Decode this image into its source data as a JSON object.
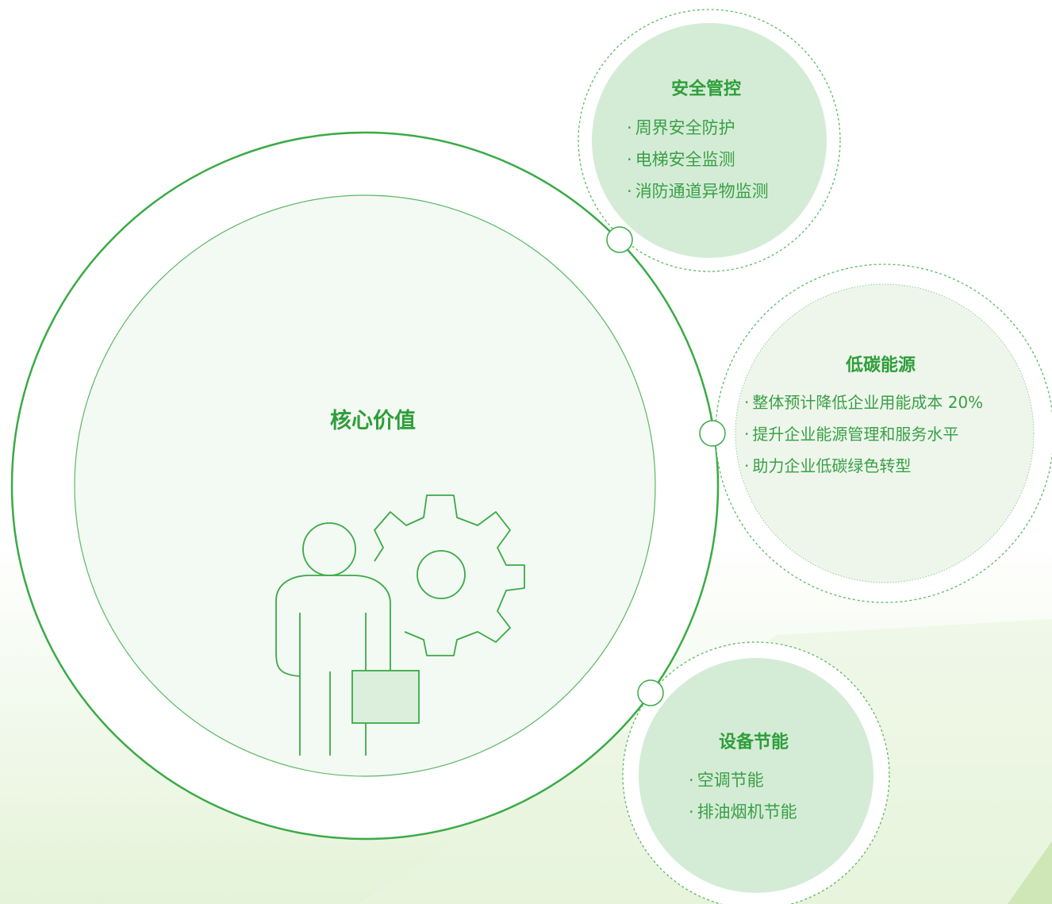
{
  "core": {
    "title": "核心价值"
  },
  "bullet": "·",
  "cards": [
    {
      "title": "安全管控",
      "items": [
        "周界安全防护",
        "电梯安全监测",
        "消防通道异物监测"
      ]
    },
    {
      "title": "低碳能源",
      "items": [
        "整体预计降低企业用能成本 20%",
        "提升企业能源管理和服务水平",
        "助力企业低碳绿色转型"
      ]
    },
    {
      "title": "设备节能",
      "items": [
        "空调节能",
        "排油烟机节能"
      ]
    }
  ],
  "colors": {
    "accent": "#2e9e3a",
    "card_fill": "#d4ecd6",
    "core_fill": "#f3f9f3",
    "bg_gradient": "#e4f3d8"
  }
}
